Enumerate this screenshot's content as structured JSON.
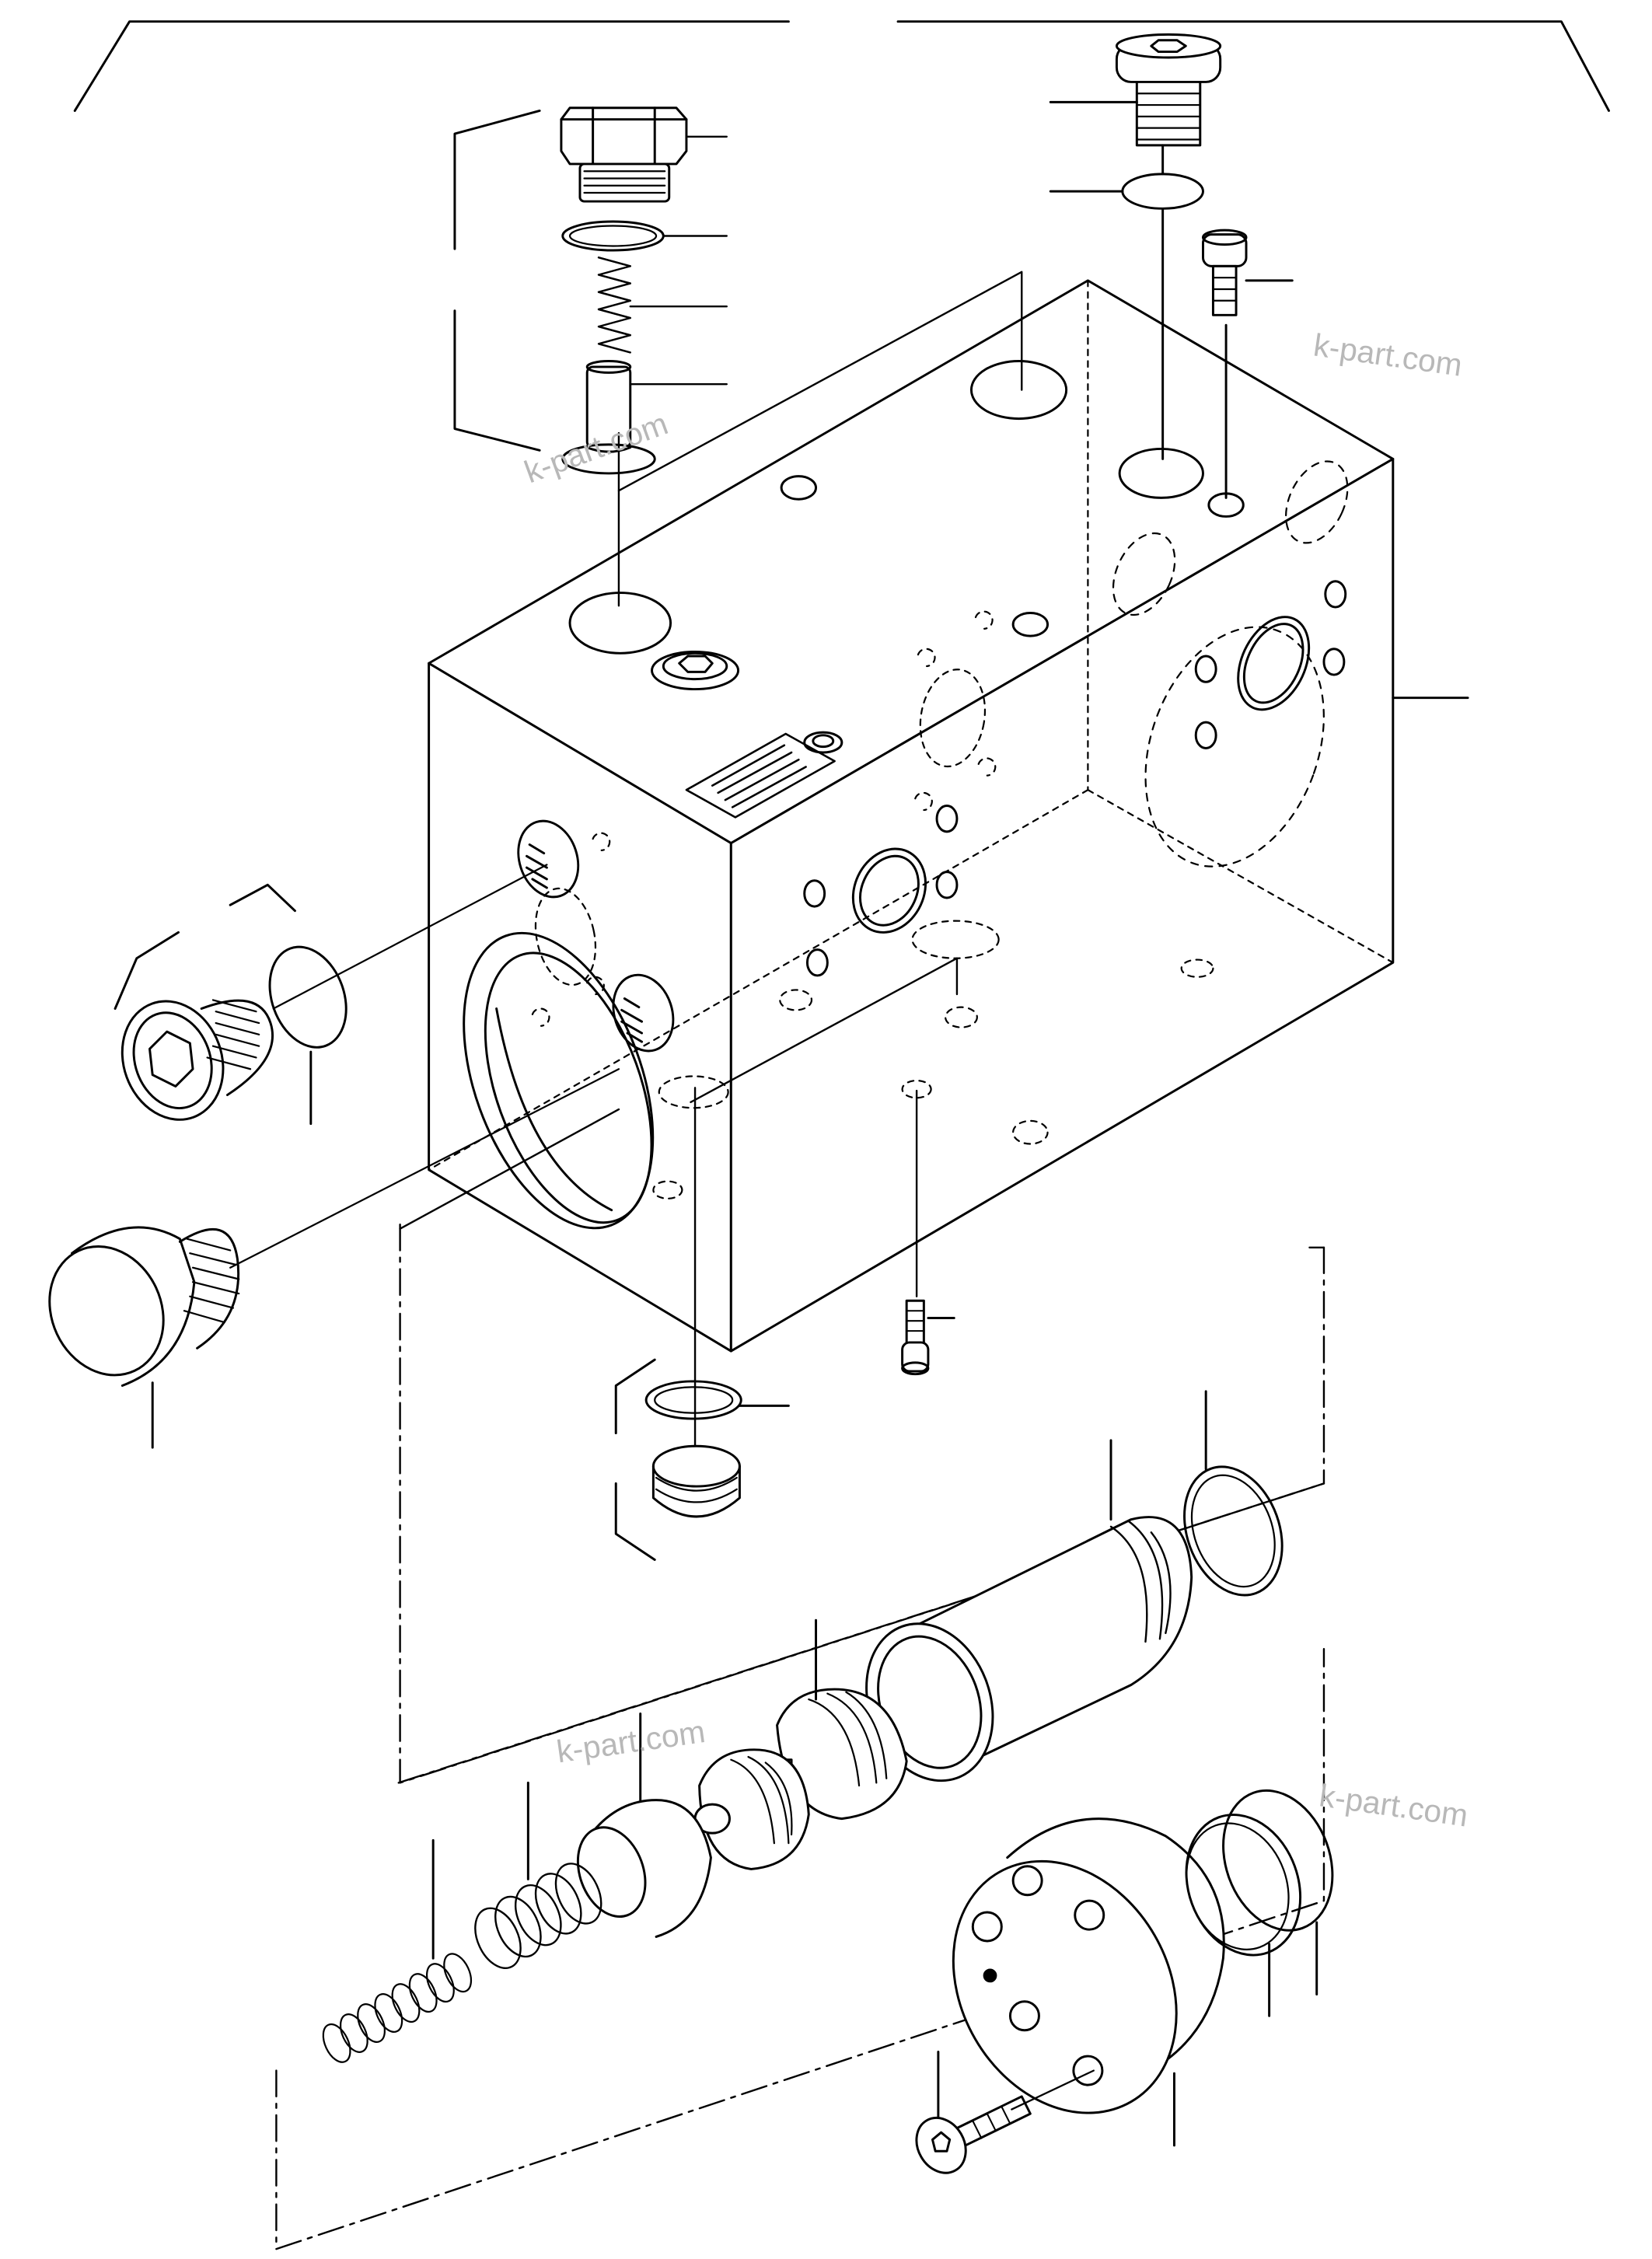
{
  "diagram": {
    "type": "exploded parts diagram",
    "subject": "hydraulic valve block assembly",
    "line_color": "#000000",
    "background": "#ffffff",
    "watermarks": [
      "k-part.com",
      "k-part.com",
      "k-part.com",
      "k-part.com"
    ]
  }
}
